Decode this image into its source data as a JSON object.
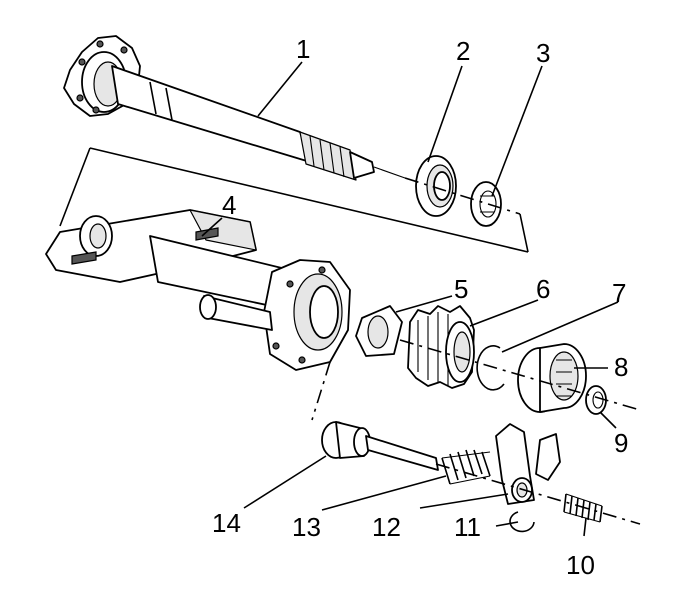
{
  "diagram": {
    "callouts": {
      "1": "1",
      "2": "2",
      "3": "3",
      "4": "4",
      "5": "5",
      "6": "6",
      "7": "7",
      "8": "8",
      "9": "9",
      "10": "10",
      "11": "11",
      "12": "12",
      "13": "13",
      "14": "14"
    }
  }
}
